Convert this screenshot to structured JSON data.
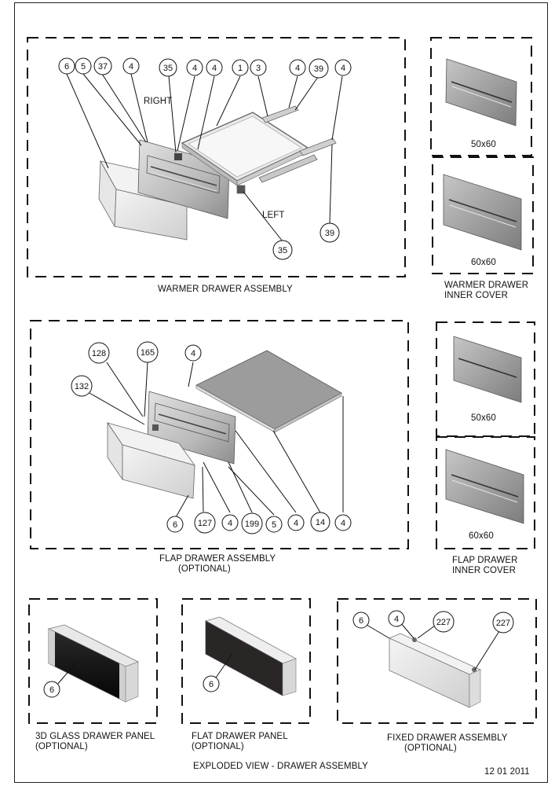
{
  "sections": {
    "warmer": {
      "title": "WARMER DRAWER ASSEMBLY",
      "callouts": [
        "6",
        "5",
        "37",
        "4",
        "35",
        "4",
        "4",
        "1",
        "3",
        "4",
        "39",
        "4",
        "39",
        "35"
      ],
      "side_labels": {
        "right": "RIGHT",
        "left": "LEFT"
      }
    },
    "warmer_inner_cover": {
      "title_line1": "WARMER DRAWER",
      "title_line2": "INNER COVER",
      "sizes": [
        "50x60",
        "60x60"
      ]
    },
    "flap": {
      "title_line1": "FLAP DRAWER ASSEMBLY",
      "title_line2": "(OPTIONAL)",
      "callouts": [
        "128",
        "165",
        "4",
        "132",
        "6",
        "127",
        "4",
        "199",
        "5",
        "4",
        "14",
        "4"
      ]
    },
    "flap_inner_cover": {
      "title_line1": "FLAP DRAWER",
      "title_line2": "INNER COVER",
      "sizes": [
        "50x60",
        "60x60"
      ]
    },
    "glass_panel": {
      "title_line1": "3D GLASS DRAWER PANEL",
      "title_line2": "(OPTIONAL)",
      "callouts": [
        "6"
      ]
    },
    "flat_panel": {
      "title_line1": "FLAT DRAWER PANEL",
      "title_line2": "(OPTIONAL)",
      "callouts": [
        "6"
      ]
    },
    "fixed": {
      "title_line1": "FIXED DRAWER ASSEMBLY",
      "title_line2": "(OPTIONAL)",
      "callouts": [
        "6",
        "4",
        "227",
        "227"
      ]
    }
  },
  "footer": {
    "title": "EXPLODED VIEW - DRAWER ASSEMBLY",
    "date": "12 01 2011"
  }
}
